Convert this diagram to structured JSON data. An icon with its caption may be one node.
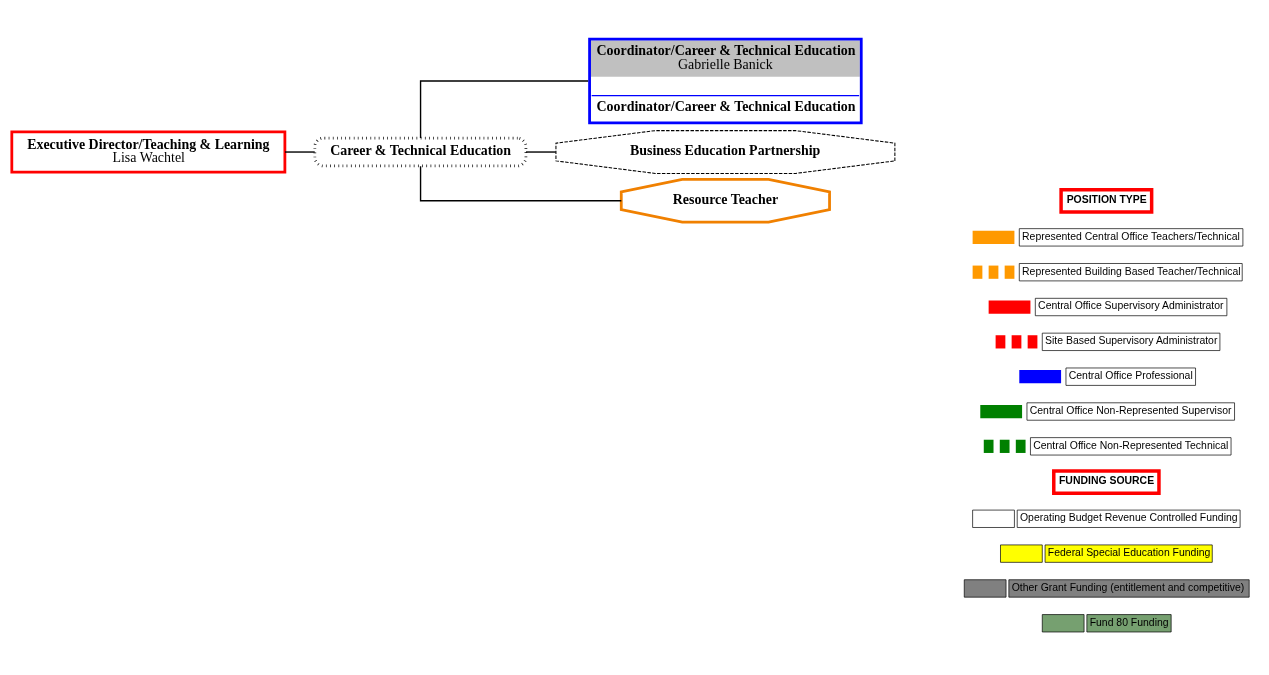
{
  "diagram": {
    "nodes": [
      {
        "text": [
          "Executive Director/Teaching & Learning",
          "Lisa Wachtel"
        ]
      },
      {
        "text": [
          "Career & Technical Education"
        ]
      },
      {
        "text": [
          "Coordinator/Career & Technical Education",
          "Gabrielle Banick",
          "Coordinator/Career & Technical Education"
        ]
      },
      {
        "text": [
          "Business Education Partnership"
        ]
      },
      {
        "text": [
          "Resource Teacher"
        ]
      }
    ],
    "edges": [
      {
        "from": 0,
        "to": 1,
        "arrow": "none"
      },
      {
        "from": 1,
        "to": 2,
        "arrow": "none"
      },
      {
        "from": 1,
        "to": 3,
        "arrow": "none"
      },
      {
        "from": 1,
        "to": 4,
        "arrow": "none"
      }
    ],
    "labels": [
      "POSITION TYPE",
      "FUNDING SOURCE"
    ],
    "legend": [
      {
        "text": "Represented Central Office Teachers/Technical"
      },
      {
        "text": "Represented Building Based Teacher/Technical"
      },
      {
        "text": "Central Office Supervisory Administrator"
      },
      {
        "text": "Site Based Supervisory Administrator"
      },
      {
        "text": "Central Office Professional"
      },
      {
        "text": "Central Office Non-Represented Supervisor"
      },
      {
        "text": "Central Office Non-Represented Technical"
      },
      {
        "text": "Operating Budget Revenue Controlled Funding",
        "color": "#ffffff"
      },
      {
        "text": "Federal Special Education Funding",
        "color": "#ffff00"
      },
      {
        "text": "Other Grant Funding (entitlement and competitive)",
        "color": "#808080"
      },
      {
        "text": "Fund 80 Funding",
        "color": "#76a070"
      }
    ]
  }
}
